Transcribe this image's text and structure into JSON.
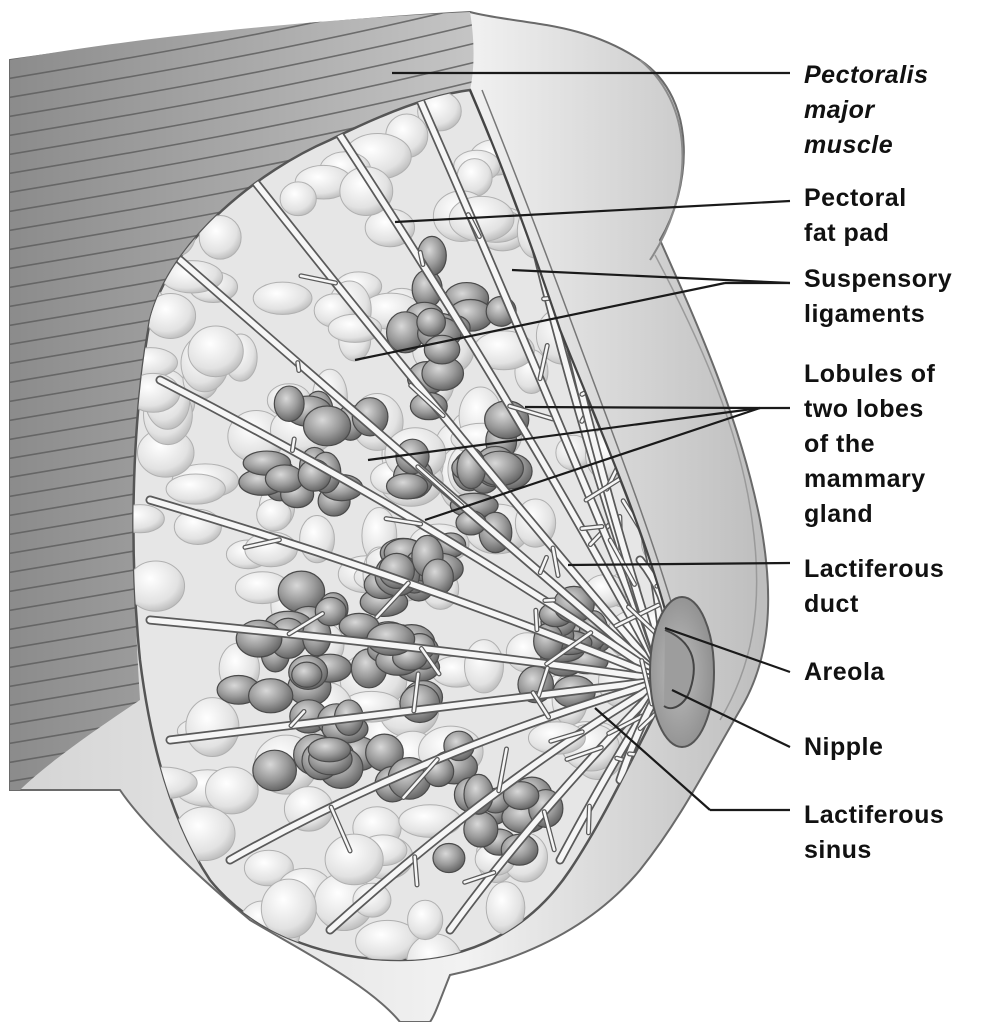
{
  "labels": {
    "pectoralis_major": [
      "Pectoralis",
      "major",
      "muscle"
    ],
    "pectoral_fat_pad": [
      "Pectoral",
      "fat pad"
    ],
    "suspensory_ligaments": [
      "Suspensory",
      "ligaments"
    ],
    "lobules": [
      "Lobules of",
      "two lobes",
      "of the",
      "mammary",
      "gland"
    ],
    "lactiferous_duct": [
      "Lactiferous",
      "duct"
    ],
    "areola": [
      "Areola"
    ],
    "nipple": [
      "Nipple"
    ],
    "lactiferous_sinus": [
      "Lactiferous",
      "sinus"
    ]
  },
  "colors": {
    "background": "#ffffff",
    "label_text": "#111111",
    "leader_line": "#1a1a1a",
    "muscle": "#9a9a9a",
    "fat_tissue": "#dedede",
    "lobule": "#8c8c8c",
    "duct": "#f4f4f4",
    "skin": "#ececec"
  }
}
